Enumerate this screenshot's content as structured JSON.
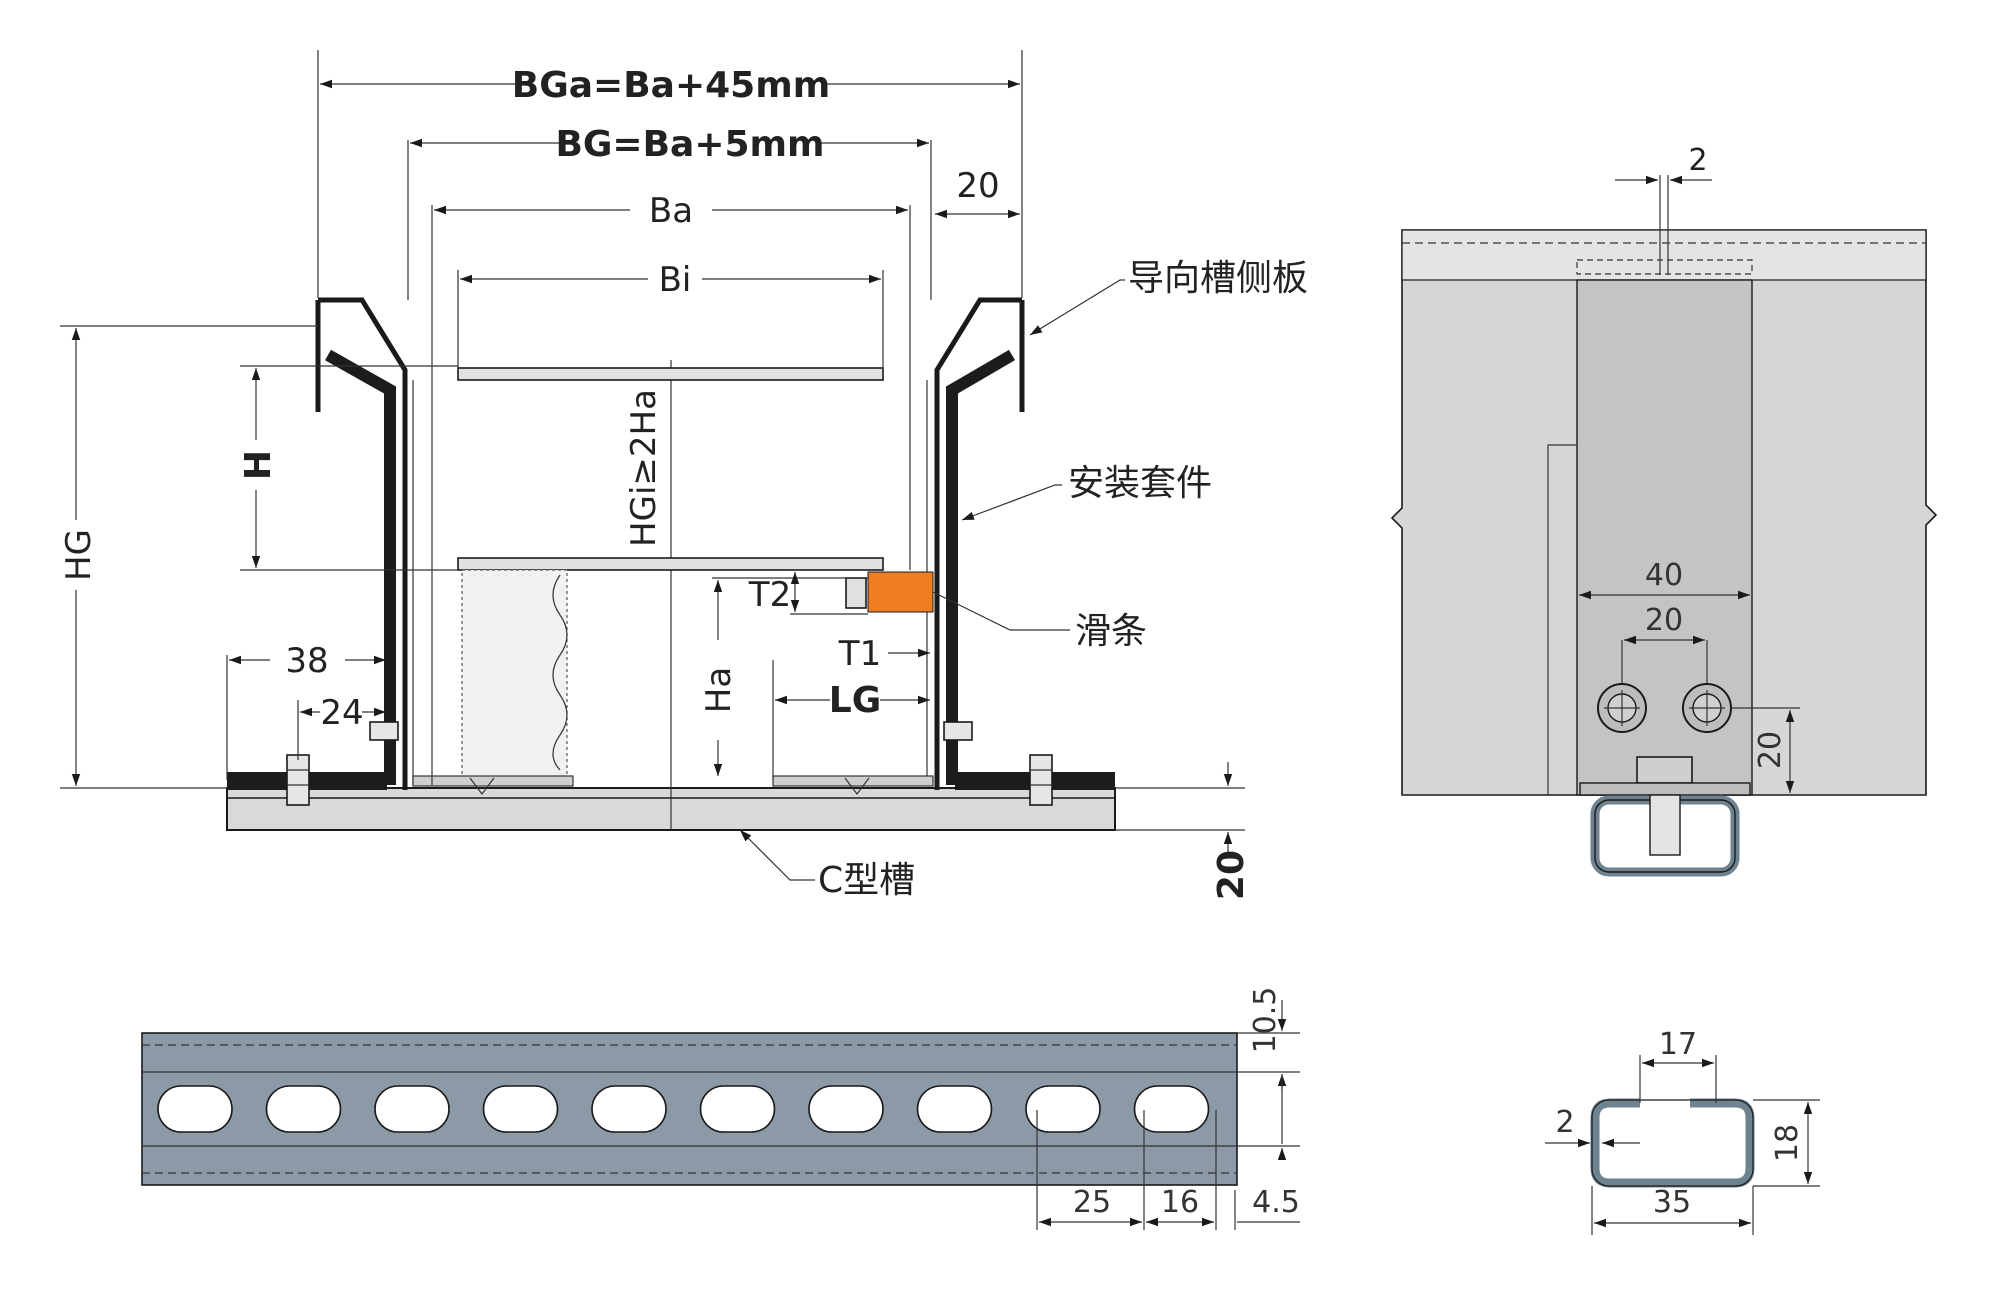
{
  "front_view": {
    "bga": "BGa=Ba+45mm",
    "bg": "BG=Ba+5mm",
    "ba": "Ba",
    "bi": "Bi",
    "d20_top": "20",
    "hg": "HG",
    "h": "H",
    "hgi": "HGi≥2Ha",
    "ha": "Ha",
    "t2": "T2",
    "t1": "T1",
    "lg": "LG",
    "d38": "38",
    "d24": "24",
    "d20_base": "20"
  },
  "callouts": {
    "side_plate": "导向槽侧板",
    "mounting_kit": "安装套件",
    "slider": "滑条",
    "c_channel": "C型槽"
  },
  "side_view": {
    "slot_gap": "2",
    "width_40": "40",
    "hole_pitch_20": "20",
    "hole_height_20": "20"
  },
  "rail_view": {
    "edge_10_5": "10.5",
    "pitch_25": "25",
    "slot_16": "16",
    "end_4_5": "4.5"
  },
  "section_view": {
    "opening_17": "17",
    "wall_2": "2",
    "height_18": "18",
    "width_35": "35"
  },
  "colors": {
    "slider": "#ef7d22",
    "rail": "#8b9aa6",
    "side_grey": "#d6d6d6",
    "side_mid": "#c4c4c4",
    "profile": "#6e8290"
  }
}
